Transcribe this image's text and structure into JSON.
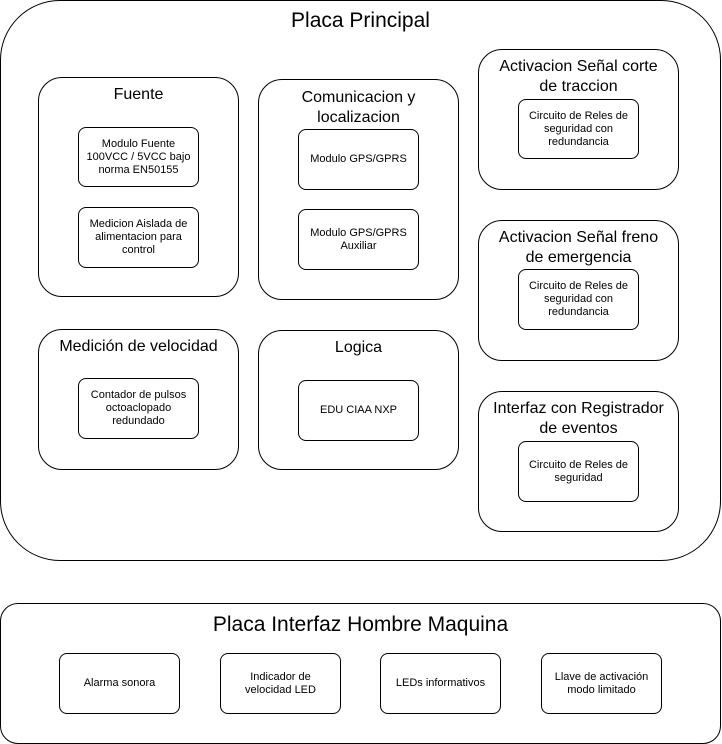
{
  "main_board": {
    "title": "Placa Principal",
    "groups": [
      {
        "title": "Fuente",
        "items": [
          "Modulo Fuente\n100VCC / 5VCC bajo\nnorma EN50155",
          "Medicion Aislada de\nalimentacion para\ncontrol"
        ]
      },
      {
        "title": "Comunicacion y\nlocalizacion",
        "items": [
          "Modulo GPS/GPRS",
          "Modulo GPS/GPRS\nAuxiliar"
        ]
      },
      {
        "title": "Activacion Señal corte\nde traccion",
        "items": [
          "Circuito de Reles de\nseguridad con\nredundancia"
        ]
      },
      {
        "title": "Activacion Señal freno\nde emergencia",
        "items": [
          "Circuito de Reles de\nseguridad con\nredundancia"
        ]
      },
      {
        "title": "Medición de velocidad",
        "items": [
          "Contador de pulsos\noctoaclopado\nredundado"
        ]
      },
      {
        "title": "Logica",
        "items": [
          "EDU CIAA NXP"
        ]
      },
      {
        "title": "Interfaz con Registrador\nde eventos",
        "items": [
          "Circuito de Reles de\nseguridad"
        ]
      }
    ]
  },
  "hmi_board": {
    "title": "Placa Interfaz Hombre Maquina",
    "items": [
      "Alarma sonora",
      "Indicador de\nvelocidad LED",
      "LEDs informativos",
      "Llave de activación\nmodo limitado"
    ]
  }
}
